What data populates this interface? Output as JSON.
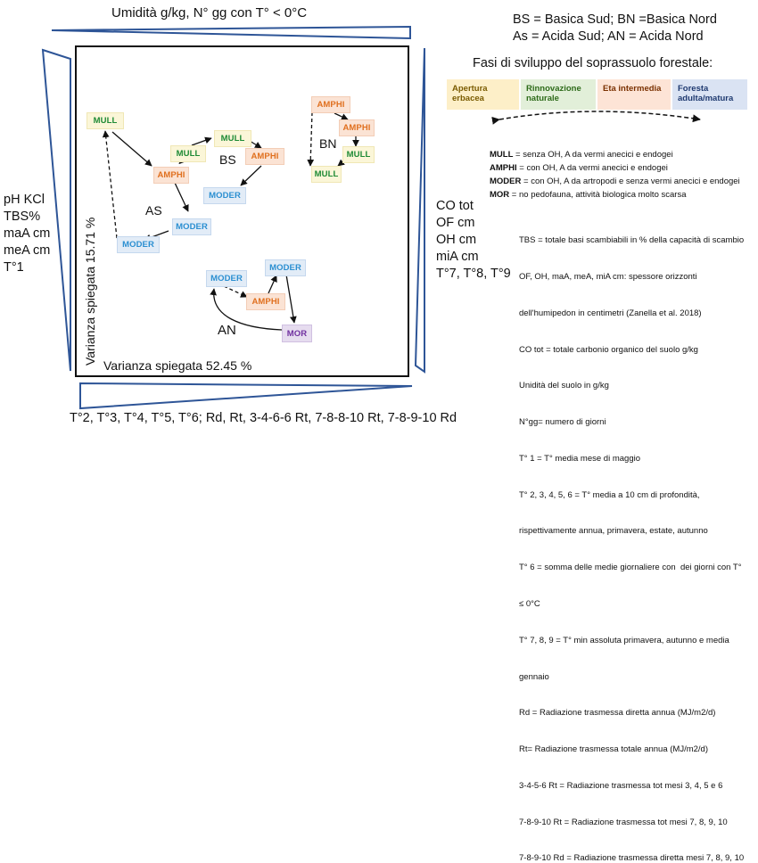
{
  "axes": {
    "top": "Umidità g/kg, N° gg con T° < 0°C",
    "bottom": "T°2, T°3, T°4, T°5, T°6; Rd, Rt, 3-4-6-6 Rt, 7-8-8-10 Rt, 7-8-9-10 Rd",
    "left_vars": [
      "pH KCl",
      "TBS%",
      "maA cm",
      "meA cm",
      "T°1"
    ],
    "right_vars": [
      "CO tot",
      "OF cm",
      "OH cm",
      "miA cm",
      "T°7, T°8, T°9"
    ],
    "x_variance": "Varianza spiegata  52.45 %",
    "y_variance": "Varianza spiegata  15.71 %"
  },
  "groups": {
    "bs": "BS",
    "as": "AS",
    "bn": "BN",
    "an": "AN"
  },
  "nodes": {
    "mull": "MULL",
    "amphi": "AMPHI",
    "moder": "MODER",
    "mor": "MOR"
  },
  "legend_top": [
    "BS = Basica Sud; BN =Basica Nord",
    "As = Acida Sud; AN = Acida Nord"
  ],
  "phases": {
    "title": "Fasi di sviluppo del soprassuolo forestale:",
    "items": [
      {
        "label": "Apertura erbacea",
        "color": "#fdefc8",
        "text_color": "#7a5b00"
      },
      {
        "label": "Rinnovazione naturale",
        "color": "#e2efd9",
        "text_color": "#2e6b1a"
      },
      {
        "label": "Eta intermedia",
        "color": "#fde4d6",
        "text_color": "#7a3000"
      },
      {
        "label": "Foresta adulta/matura",
        "color": "#dae3f3",
        "text_color": "#1f3a70"
      }
    ]
  },
  "humus_key": [
    {
      "term": "MULL",
      "desc": " = senza OH, A da vermi anecici e endogei"
    },
    {
      "term": "AMPHI",
      "desc": " = con OH, A da vermi anecici e endogei"
    },
    {
      "term": "MODER",
      "desc": " = con OH, A da artropodi e senza vermi anecici e endogei"
    },
    {
      "term": "MOR",
      "desc": " = no pedofauna, attività biologica molto scarsa"
    }
  ],
  "notes": [
    "TBS = totale basi scambiabili in % della capacità di scambio",
    "OF, OH, maA, meA, miA cm: spessore orizzonti",
    "dell'humipedon in centimetri (Zanella et al. 2018)",
    "CO tot = totale carbonio organico del suolo g/kg",
    "Unidità del suolo in g/kg",
    "N°gg= numero di giorni",
    "T° 1 = T° media mese di maggio",
    "T° 2, 3, 4, 5, 6 = T° media a 10 cm di profondità,",
    "rispettivamente annua, primavera, estate, autunno",
    "T° 6 = somma delle medie giornaliere con  dei giorni con T°",
    "≤ 0°C",
    "T° 7, 8, 9 = T° min assoluta primavera, autunno e media",
    "gennaio",
    "Rd = Radiazione trasmessa diretta annua (MJ/m2/d)",
    "Rt= Radiazione trasmessa totale annua (MJ/m2/d)",
    "3-4-5-6 Rt = Radiazione trasmessa tot mesi 3, 4, 5 e 6",
    "7-8-9-10 Rt = Radiazione trasmessa tot mesi 7, 8, 9, 10",
    "7-8-9-10 Rd = Radiazione trasmessa diretta mesi 7, 8, 9, 10"
  ]
}
